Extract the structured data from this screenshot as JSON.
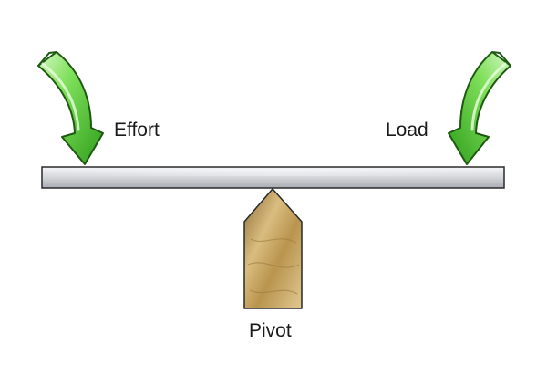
{
  "labels": {
    "effort": "Effort",
    "load": "Load",
    "pivot": "Pivot"
  },
  "colors": {
    "arrow_fill": "#5ed43a",
    "arrow_highlight": "#c8f5b4",
    "arrow_outline": "#1f5a12",
    "beam_fill": "#d9dbdf",
    "beam_outline": "#2a2a2a",
    "pivot_fill": "#c9a869",
    "pivot_outline": "#2a2a2a"
  },
  "icons": {
    "effort_arrow": "curved-down-arrow-icon",
    "load_arrow": "curved-down-arrow-icon"
  }
}
